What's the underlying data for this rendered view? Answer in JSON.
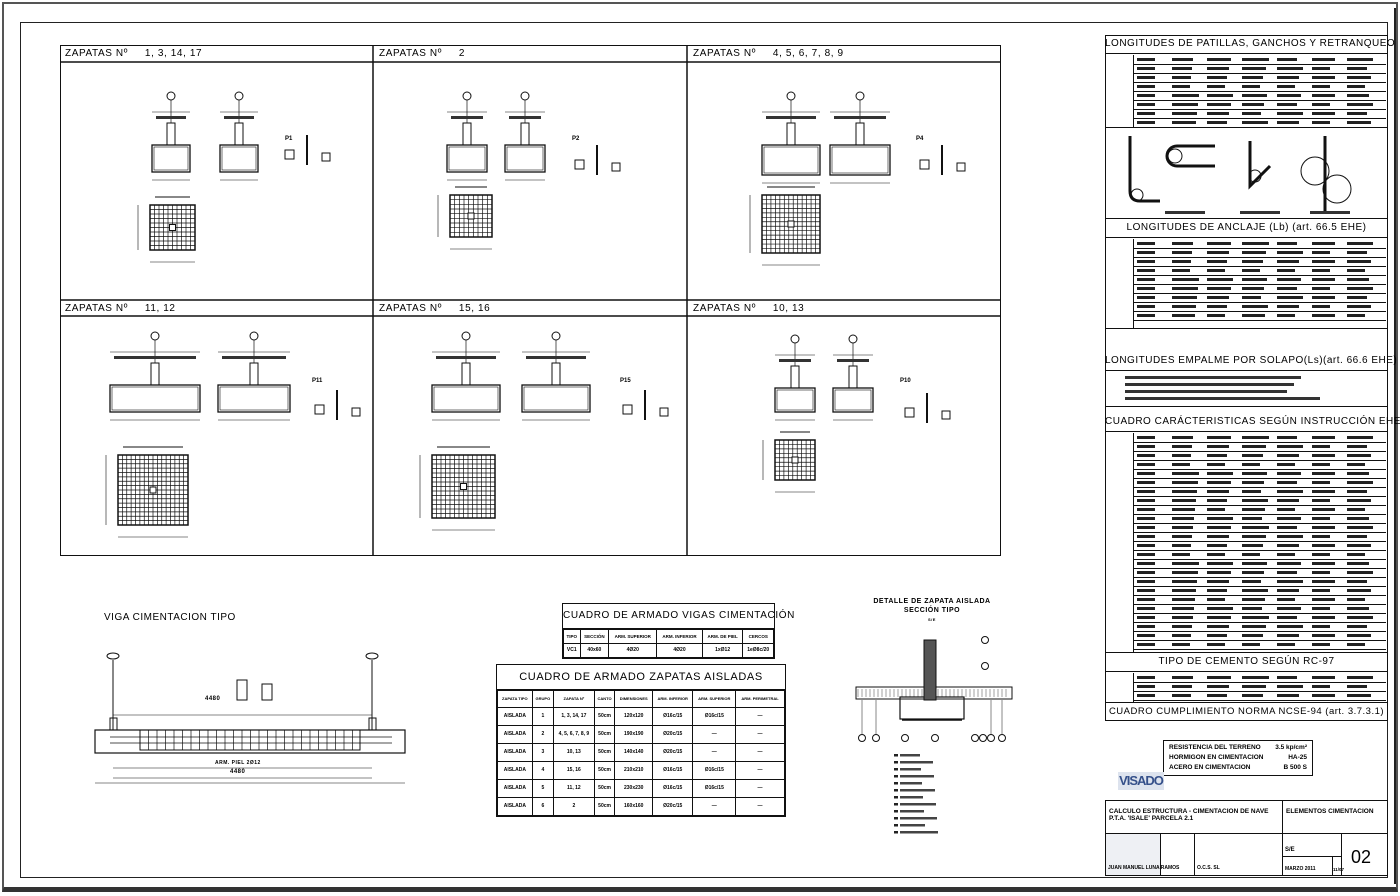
{
  "panels": [
    {
      "title": "ZAPATAS Nº",
      "numbers": "1, 3, 14, 17",
      "pilar": "P1"
    },
    {
      "title": "ZAPATAS Nº",
      "numbers": "2",
      "pilar": "P2"
    },
    {
      "title": "ZAPATAS Nº",
      "numbers": "4, 5, 6, 7, 8, 9",
      "pilar": "P4"
    },
    {
      "title": "ZAPATAS Nº",
      "numbers": "11, 12",
      "pilar": "P11"
    },
    {
      "title": "ZAPATAS Nº",
      "numbers": "15, 16",
      "pilar": "P15"
    },
    {
      "title": "ZAPATAS Nº",
      "numbers": "10, 13",
      "pilar": "P10"
    }
  ],
  "viga": {
    "title": "VIGA CIMENTACION TIPO",
    "length": "4480",
    "piel": "ARM. PIEL 2Ø12"
  },
  "vigas_table": {
    "title": "CUADRO DE ARMADO VIGAS CIMENTACIÓN",
    "headers": [
      "TIPO",
      "SECCIÓN",
      "ARM. SUPERIOR",
      "ARM. INFERIOR",
      "ARM. DE PIEL",
      "CERCOS"
    ],
    "row": [
      "VC1",
      "40x60",
      "4Ø20",
      "4Ø20",
      "1xØ12",
      "1eØ8c/20"
    ]
  },
  "zapatas_table": {
    "title": "CUADRO DE ARMADO ZAPATAS AISLADAS",
    "headers": [
      "ZAPATA TIPO",
      "GRUPO",
      "ZAPATA Nº",
      "CANTO",
      "DIMENSIONES",
      "ARM. INFERIOR",
      "ARM. SUPERIOR",
      "ARM. PERIMETRAL"
    ],
    "rows": [
      [
        "AISLADA",
        "1",
        "1, 3, 14, 17",
        "50cm",
        "120x120",
        "Ø16c/15",
        "Ø16c/15",
        "—"
      ],
      [
        "AISLADA",
        "2",
        "4, 5, 6, 7, 8, 9",
        "50cm",
        "190x190",
        "Ø20c/15",
        "—",
        "—"
      ],
      [
        "AISLADA",
        "3",
        "10, 13",
        "50cm",
        "140x140",
        "Ø20c/15",
        "—",
        "—"
      ],
      [
        "AISLADA",
        "4",
        "15, 16",
        "50cm",
        "210x210",
        "Ø16c/15",
        "Ø16c/15",
        "—"
      ],
      [
        "AISLADA",
        "5",
        "11, 12",
        "50cm",
        "230x230",
        "Ø16c/15",
        "Ø16c/15",
        "—"
      ],
      [
        "AISLADA",
        "6",
        "2",
        "50cm",
        "160x160",
        "Ø20c/15",
        "—",
        "—"
      ]
    ]
  },
  "detalle": {
    "title": "DETALLE DE ZAPATA AISLADA",
    "subtitle": "SECCIÓN TIPO",
    "scale": "S/E"
  },
  "right_tables": [
    "LONGITUDES DE PATILLAS, GANCHOS Y RETRANQUEO",
    "LONGITUDES DE ANCLAJE (Lb)   (art. 66.5 EHE)",
    "LONGITUDES EMPALME POR SOLAPO(Ls)(art. 66.6 EHE)",
    "CUADRO CARÁCTERISTICAS SEGÚN INSTRUCCIÓN EHE",
    "TIPO DE CEMENTO SEGÚN RC-97",
    "CUADRO CUMPLIMIENTO NORMA NCSE-94 (art. 3.7.3.1)"
  ],
  "materials": [
    {
      "label": "RESISTENCIA DEL TERRENO",
      "value": "3.5 kp/cm²"
    },
    {
      "label": "HORMIGON EN CIMENTACION",
      "value": "HA-25"
    },
    {
      "label": "ACERO EN CIMENTACION",
      "value": "B 500 S"
    }
  ],
  "stamp": "VISADO",
  "title_block": {
    "project": "CALCULO ESTRUCTURA - CIMENTACION DE NAVE P.T.A. 'ISALE' PARCELA 2.1",
    "plan": "ELEMENTOS CIMENTACION",
    "author": "JUAN MANUEL LUNA RAMOS",
    "company": "O.C.S. SL",
    "scale": "S/E",
    "date": "MARZO 2011",
    "ref": "11/07",
    "sheet": "02"
  }
}
